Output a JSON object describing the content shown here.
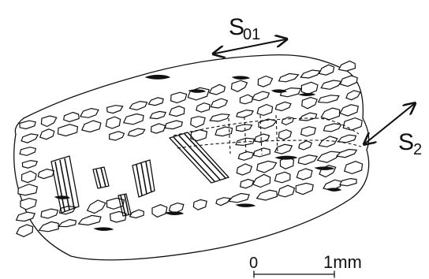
{
  "labels": {
    "s01": "S",
    "s01_sub": "01",
    "s2": "S",
    "s2_sub": "2"
  },
  "scale": {
    "zero": "0",
    "one": "1mm"
  },
  "colors": {
    "ink": "#111111",
    "paper": "#ffffff"
  }
}
